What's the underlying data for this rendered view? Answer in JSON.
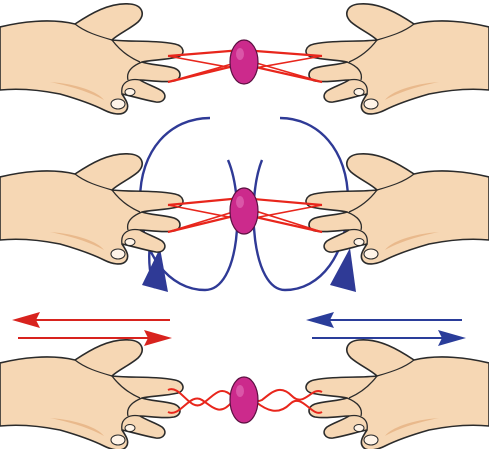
{
  "diagram": {
    "panels": [
      {
        "step": 1,
        "state": "string-held-taut",
        "twisted": false,
        "rotation_arrows": false
      },
      {
        "step": 2,
        "state": "disc-being-spun",
        "twisted": false,
        "rotation_arrows": true
      },
      {
        "step": 3,
        "state": "string-twisted",
        "twisted": true,
        "rotation_arrows": false
      }
    ],
    "motion_arrows": [
      {
        "side": "left",
        "color": "red",
        "directions": [
          "left",
          "right"
        ]
      },
      {
        "side": "right",
        "color": "blue",
        "directions": [
          "left",
          "right"
        ]
      }
    ],
    "colors": {
      "background": "#ffffff",
      "skin": "#f6d7b4",
      "skin_shadow": "#e9b98c",
      "outline": "#2b2b2b",
      "string": "#e8261c",
      "disc": "#cc2a8c",
      "disc_highlight": "#e06ab4",
      "rotation_arrow": "#2f3a96",
      "red_arrow": "#d8231e",
      "blue_arrow": "#2a3d9a"
    }
  }
}
